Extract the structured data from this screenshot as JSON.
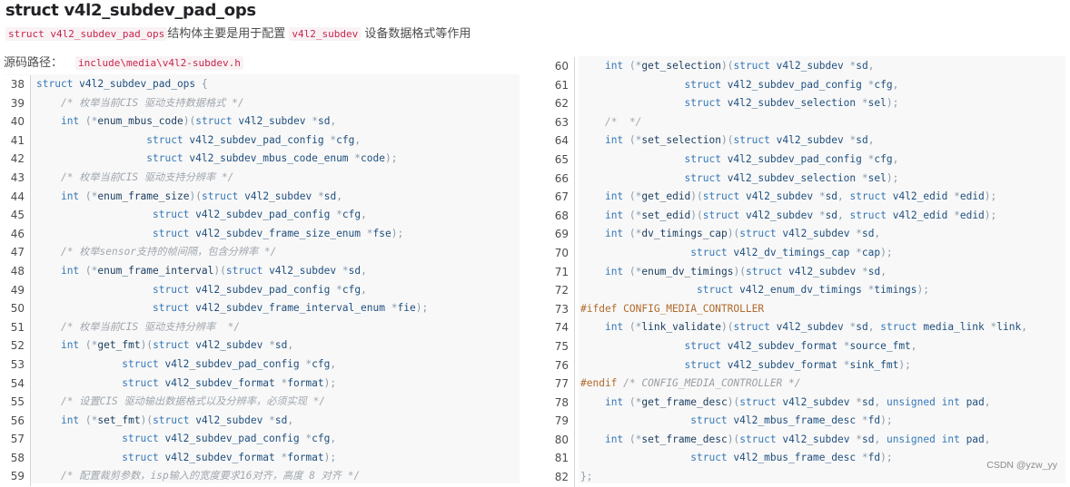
{
  "title": "struct v4l2_subdev_pad_ops",
  "description": {
    "code1": "struct v4l2_subdev_pad_ops",
    "text1": "结构体主要是用于配置",
    "code2": "v4l2_subdev",
    "text2": "设备数据格式等作用"
  },
  "source_path": {
    "label": "源码路径：",
    "path": "include\\media\\v4l2-subdev.h"
  },
  "code_left": [
    {
      "n": "38",
      "text": "struct v4l2_subdev_pad_ops {"
    },
    {
      "n": "39",
      "text": "    /* 枚举当前CIS 驱动支持数据格式 */"
    },
    {
      "n": "40",
      "text": "    int (*enum_mbus_code)(struct v4l2_subdev *sd,"
    },
    {
      "n": "41",
      "text": "                  struct v4l2_subdev_pad_config *cfg,"
    },
    {
      "n": "42",
      "text": "                  struct v4l2_subdev_mbus_code_enum *code);"
    },
    {
      "n": "43",
      "text": "    /* 枚举当前CIS 驱动支持分辨率 */"
    },
    {
      "n": "44",
      "text": "    int (*enum_frame_size)(struct v4l2_subdev *sd,"
    },
    {
      "n": "45",
      "text": "                   struct v4l2_subdev_pad_config *cfg,"
    },
    {
      "n": "46",
      "text": "                   struct v4l2_subdev_frame_size_enum *fse);"
    },
    {
      "n": "47",
      "text": "    /* 枚举sensor支持的帧间隔，包含分辨率 */"
    },
    {
      "n": "48",
      "text": "    int (*enum_frame_interval)(struct v4l2_subdev *sd,"
    },
    {
      "n": "49",
      "text": "                   struct v4l2_subdev_pad_config *cfg,"
    },
    {
      "n": "50",
      "text": "                   struct v4l2_subdev_frame_interval_enum *fie);"
    },
    {
      "n": "51",
      "text": "    /* 枚举当前CIS 驱动支持分辨率  */"
    },
    {
      "n": "52",
      "text": "    int (*get_fmt)(struct v4l2_subdev *sd,"
    },
    {
      "n": "53",
      "text": "              struct v4l2_subdev_pad_config *cfg,"
    },
    {
      "n": "54",
      "text": "              struct v4l2_subdev_format *format);"
    },
    {
      "n": "55",
      "text": "    /* 设置CIS 驱动输出数据格式以及分辨率，必须实现 */"
    },
    {
      "n": "56",
      "text": "    int (*set_fmt)(struct v4l2_subdev *sd,"
    },
    {
      "n": "57",
      "text": "              struct v4l2_subdev_pad_config *cfg,"
    },
    {
      "n": "58",
      "text": "              struct v4l2_subdev_format *format);"
    },
    {
      "n": "59",
      "text": "    /* 配置裁剪参数，isp输入的宽度要求16对齐，高度 8 对齐 */"
    }
  ],
  "code_right": [
    {
      "n": "60",
      "text": "    int (*get_selection)(struct v4l2_subdev *sd,"
    },
    {
      "n": "61",
      "text": "                 struct v4l2_subdev_pad_config *cfg,"
    },
    {
      "n": "62",
      "text": "                 struct v4l2_subdev_selection *sel);"
    },
    {
      "n": "63",
      "text": "    /*  */"
    },
    {
      "n": "64",
      "text": "    int (*set_selection)(struct v4l2_subdev *sd,"
    },
    {
      "n": "65",
      "text": "                 struct v4l2_subdev_pad_config *cfg,"
    },
    {
      "n": "66",
      "text": "                 struct v4l2_subdev_selection *sel);"
    },
    {
      "n": "67",
      "text": "    int (*get_edid)(struct v4l2_subdev *sd, struct v4l2_edid *edid);"
    },
    {
      "n": "68",
      "text": "    int (*set_edid)(struct v4l2_subdev *sd, struct v4l2_edid *edid);"
    },
    {
      "n": "69",
      "text": "    int (*dv_timings_cap)(struct v4l2_subdev *sd,"
    },
    {
      "n": "70",
      "text": "                  struct v4l2_dv_timings_cap *cap);"
    },
    {
      "n": "71",
      "text": "    int (*enum_dv_timings)(struct v4l2_subdev *sd,"
    },
    {
      "n": "72",
      "text": "                   struct v4l2_enum_dv_timings *timings);"
    },
    {
      "n": "73",
      "text": "#ifdef CONFIG_MEDIA_CONTROLLER"
    },
    {
      "n": "74",
      "text": "    int (*link_validate)(struct v4l2_subdev *sd, struct media_link *link,"
    },
    {
      "n": "75",
      "text": "                 struct v4l2_subdev_format *source_fmt,"
    },
    {
      "n": "76",
      "text": "                 struct v4l2_subdev_format *sink_fmt);"
    },
    {
      "n": "77",
      "text": "#endif /* CONFIG_MEDIA_CONTROLLER */"
    },
    {
      "n": "78",
      "text": "    int (*get_frame_desc)(struct v4l2_subdev *sd, unsigned int pad,"
    },
    {
      "n": "79",
      "text": "                  struct v4l2_mbus_frame_desc *fd);"
    },
    {
      "n": "80",
      "text": "    int (*set_frame_desc)(struct v4l2_subdev *sd, unsigned int pad,"
    },
    {
      "n": "81",
      "text": "                  struct v4l2_mbus_frame_desc *fd);"
    },
    {
      "n": "82",
      "text": "};"
    }
  ],
  "watermark": "CSDN @yzw_yy"
}
